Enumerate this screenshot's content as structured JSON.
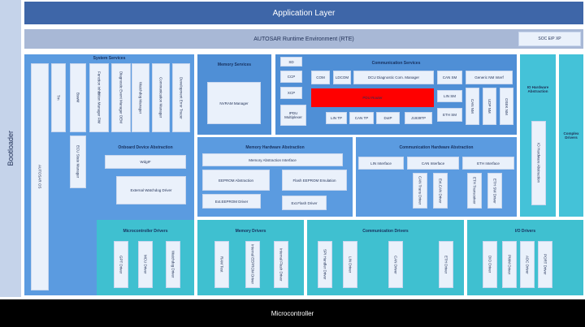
{
  "application_layer": "Application Layer",
  "rte": "AUTOSAR Runtime Environment (RTE)",
  "soc_eip": "SOC E/P XP",
  "bootloader": "Bootloader",
  "microcontroller": "Microcontroller",
  "system_services": {
    "title": "System Services",
    "autosar_os": "AUTOSAR OS",
    "tm": "Tm",
    "bswm": "BswM",
    "items": [
      "Function Inhibition Manager FiM",
      "Diagnostic Event Manager DEM",
      "Watchdog Manager",
      "Communication Manager",
      "Development Error Tracer"
    ],
    "ecu_state_manager": "ECU State Manager"
  },
  "memory_services": {
    "title": "Memory Services",
    "nvram": "NVRAM Manager"
  },
  "communication_services": {
    "title": "Communication Services",
    "sd": "SD",
    "ccp": "CCP",
    "com": "COM",
    "ldcom": "LDCOM",
    "dcm": "DCU Diagnostic Com. Manager",
    "can_sm": "CAN SM",
    "generic_nm": "Generic NM Interf",
    "xcp": "XCP",
    "pdu_router": "PDU Router",
    "lin_sm": "LIN SM",
    "eth_sm": "ETH SM",
    "pdu_multiplexer": "IPDU Multiplexer",
    "lin_tp": "LIN TP",
    "can_tp": "CAN TP",
    "doip": "DoIP",
    "j1939tp": "J1939TP",
    "nm_items": [
      "CAN NM",
      "UDP NM",
      "OSEK NM"
    ]
  },
  "io_hw_abstraction": {
    "title": "IO Hardware Abstraction",
    "inner": "IO Hardware Abstraction"
  },
  "complex_drivers": "Complex Drivers",
  "onboard_device_abstraction": {
    "title": "Onboard Device Abstraction",
    "wdgif": "WdgIF",
    "ext_watchdog": "External Watchdog Driver"
  },
  "memory_hw_abstraction": {
    "title": "Memory Hardware Abstraction",
    "mem_abstraction_if": "Memory Abstraction Interface",
    "eeprom_abstraction": "EEPROM Abstraction",
    "flash_eeprom_emulation": "Flash EEPROM Emulation",
    "ext_eeprom_driver": "Ext.EEPROM Driver",
    "ext_flash_driver": "Ext.Flash Driver"
  },
  "comm_hw_abstraction": {
    "title": "Communication Hardware Abstraction",
    "lin_interface": "LIN Interface",
    "can_interface": "CAN Interface",
    "eth_interface": "ETH Interface",
    "can_items": [
      "CAN Trans Driver",
      "Ext.CAN Driver"
    ],
    "eth_items": [
      "ETH Transceiver",
      "ETH SW Driver"
    ]
  },
  "microcontroller_drivers": {
    "title": "Microcontroller Drivers",
    "items": [
      "GPT Driver",
      "MCU Driver",
      "Watchdog Driver"
    ]
  },
  "memory_drivers": {
    "title": "Memory Drivers",
    "items": [
      "RAM Test",
      "Internal EEPROM Driver",
      "Internal Flash Driver"
    ]
  },
  "communication_drivers": {
    "title": "Communication Drivers",
    "items": [
      "SPI Handler Driver",
      "LIN Driver",
      "CAN Driver",
      "ETH Driver"
    ]
  },
  "io_drivers": {
    "title": "I/O Drivers",
    "items": [
      "DIO Driver",
      "PWM Driver",
      "ADC Driver",
      "PORT Driver"
    ]
  },
  "colors": {
    "red_highlight": "#ff0000",
    "dark": "#000000"
  }
}
